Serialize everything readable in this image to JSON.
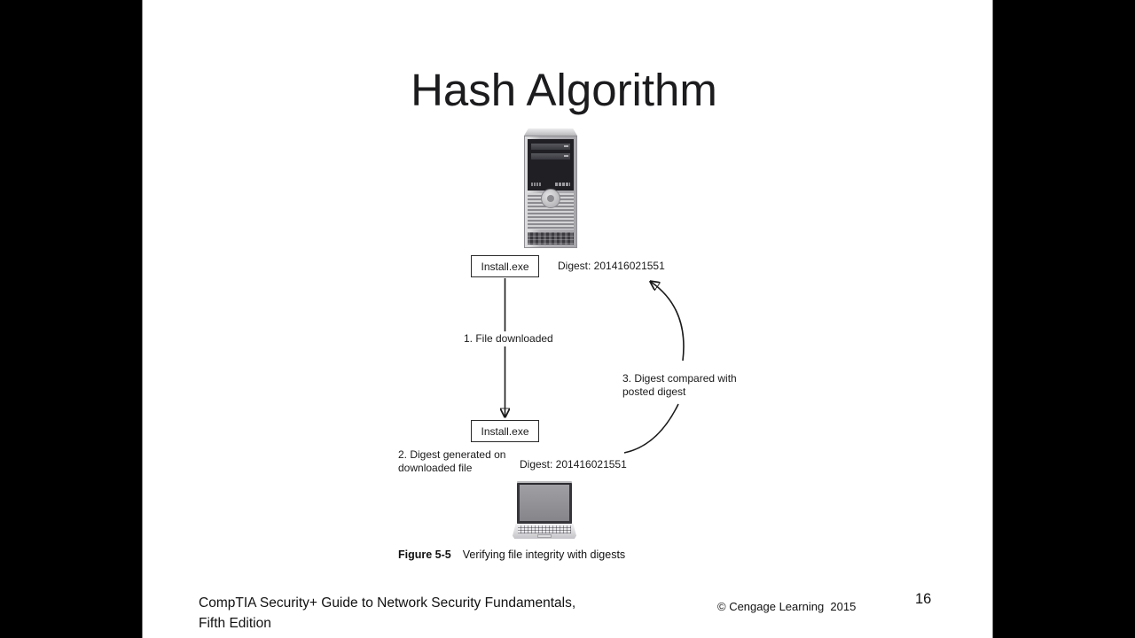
{
  "colors": {
    "background": "#000000",
    "slide_background": "#ffffff",
    "ink": "#1a1a1a"
  },
  "slide": {
    "title": "Hash Algorithm",
    "diagram": {
      "source_file_label": "Install.exe",
      "source_digest": "Digest: 201416021551",
      "step1_label": "1. File downloaded",
      "downloaded_file_label": "Install.exe",
      "step2_label_line1": "2. Digest generated on",
      "step2_label_line2": "downloaded file",
      "downloaded_digest": "Digest: 201416021551",
      "step3_label_line1": "3. Digest compared with",
      "step3_label_line2": "posted digest",
      "icons": {
        "server": "desktop-tower-computer-icon",
        "client": "laptop-computer-icon"
      }
    },
    "caption": {
      "figure_label": "Figure 5-5",
      "figure_text": "Verifying file integrity with digests"
    },
    "footer": {
      "book_title_line1": "CompTIA Security+ Guide to Network Security Fundamentals,",
      "book_title_line2": "Fifth Edition",
      "copyright": "© Cengage Learning  2015",
      "page_number": "16"
    }
  }
}
